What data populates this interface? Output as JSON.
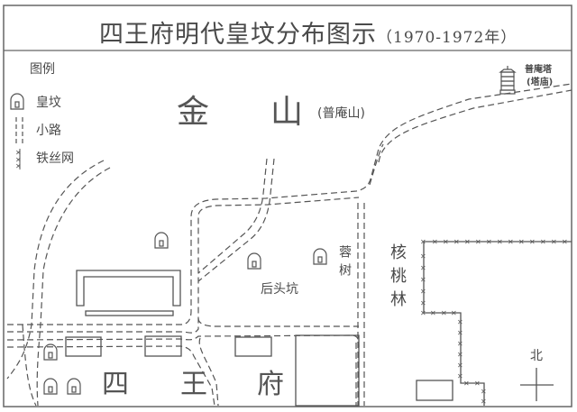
{
  "title": {
    "main": "四王府明代皇坟分布图示",
    "years": "（1970-1972年）"
  },
  "legend": {
    "title": "图例",
    "items": [
      {
        "icon": "tomb-icon",
        "label": "皇坟"
      },
      {
        "icon": "path-icon",
        "label": "小路"
      },
      {
        "icon": "barbed-wire-icon",
        "label": "铁丝网"
      }
    ]
  },
  "places": {
    "jin": "金",
    "shan": "山",
    "pu_an_shan": "(普庵山)",
    "pagoda_name": "普庵塔",
    "pagoda_sub": "(塔庙)",
    "hou_tou_keng": "后头坑",
    "tree": "蓉树",
    "walnut_grove": "核桃林",
    "si": "四",
    "wang": "王",
    "fu": "府",
    "north": "北"
  },
  "colors": {
    "line": "#555555",
    "border": "#666666",
    "background": "#ffffff"
  }
}
